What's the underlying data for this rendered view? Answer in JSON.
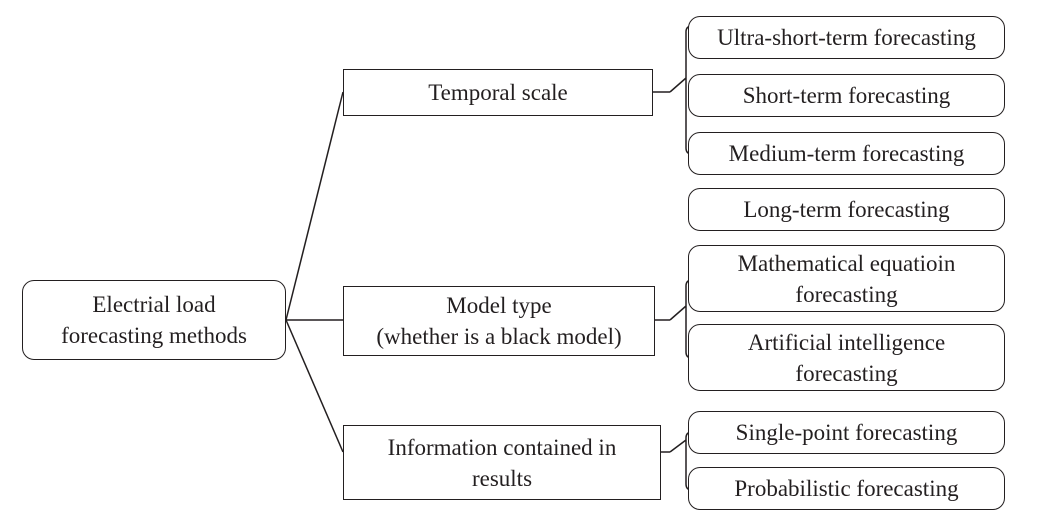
{
  "root": {
    "line1": "Electrial load",
    "line2": "forecasting methods"
  },
  "categories": [
    {
      "label": "Temporal scale"
    },
    {
      "line1": "Model type",
      "line2": "(whether is a black model)"
    },
    {
      "line1": "Information contained in",
      "line2": "results"
    }
  ],
  "leaves": {
    "ultra_short": "Ultra-short-term forecasting",
    "short": "Short-term forecasting",
    "medium": "Medium-term forecasting",
    "long": "Long-term forecasting",
    "math_line1": "Mathematical equatioin",
    "math_line2": "forecasting",
    "ai_line1": "Artificial intelligence",
    "ai_line2": "forecasting",
    "single_point": "Single-point forecasting",
    "probabilistic": "Probabilistic forecasting"
  }
}
